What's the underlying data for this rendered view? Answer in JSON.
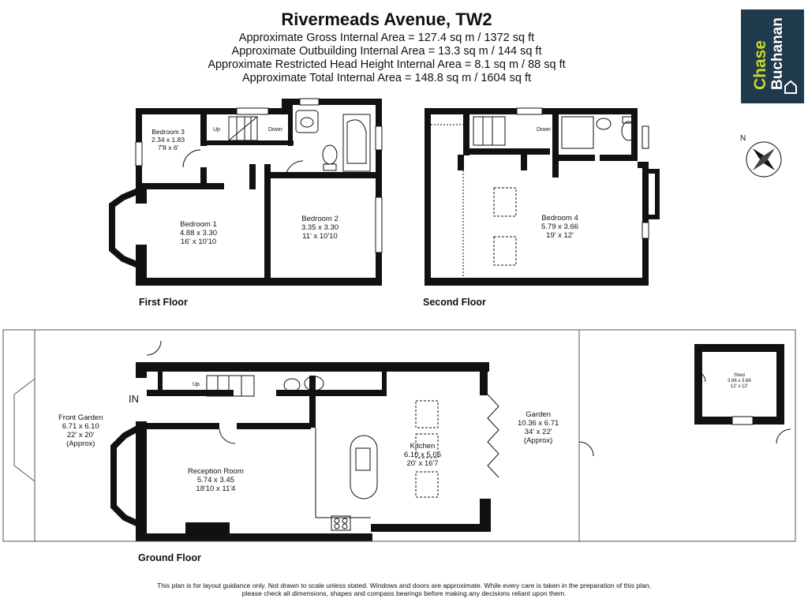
{
  "header": {
    "title": "Rivermeads Avenue, TW2",
    "areas": [
      "Approximate Gross Internal Area = 127.4 sq m / 1372 sq ft",
      "Approximate Outbuilding Internal Area = 13.3 sq m / 144 sq ft",
      "Approximate Restricted Head Height Internal Area = 8.1 sq m / 88 sq ft",
      "Approximate Total Internal Area = 148.8 sq m / 1604 sq ft"
    ]
  },
  "logo": {
    "line1": "Chase",
    "line2": "Buchanan",
    "bg": "#1e3a4c",
    "accent": "#c6d82a"
  },
  "compass": {
    "label": "N"
  },
  "floors": {
    "first": "First Floor",
    "second": "Second Floor",
    "ground": "Ground Floor"
  },
  "stairs": {
    "up": "Up",
    "down": "Down"
  },
  "entrance": "IN",
  "rooms": {
    "bedroom3": {
      "name": "Bedroom 3",
      "metric": "2.34 x 1.83",
      "imperial": "7'8 x 6'"
    },
    "bedroom1": {
      "name": "Bedroom 1",
      "metric": "4.88 x 3.30",
      "imperial": "16' x 10'10"
    },
    "bedroom2": {
      "name": "Bedroom 2",
      "metric": "3.35 x 3.30",
      "imperial": "11' x 10'10"
    },
    "bedroom4": {
      "name": "Bedroom 4",
      "metric": "5.79 x 3.66",
      "imperial": "19' x 12'"
    },
    "front_garden": {
      "name": "Front Garden",
      "metric": "6.71 x 6.10",
      "imperial": "22' x 20'",
      "note": "(Approx)"
    },
    "reception": {
      "name": "Reception Room",
      "metric": "5.74 x 3.45",
      "imperial": "18'10 x 11'4"
    },
    "kitchen": {
      "name": "Kitchen",
      "metric": "6.10 x 5.05",
      "imperial": "20' x 16'7"
    },
    "garden": {
      "name": "Garden",
      "metric": "10.36 x 6.71",
      "imperial": "34' x 22'",
      "note": "(Approx)"
    },
    "shed": {
      "name": "Shed",
      "metric": "3.66 x 3.66",
      "imperial": "12' x 12'"
    }
  },
  "disclaimer": {
    "line1": "This plan is for layout guidance only. Not drawn to scale unless stated. Windows and doors are approximate. While every care is taken in the preparation of this plan,",
    "line2": "please check all dimensions, shapes and compass bearings before making any decisions reliant upon them."
  }
}
